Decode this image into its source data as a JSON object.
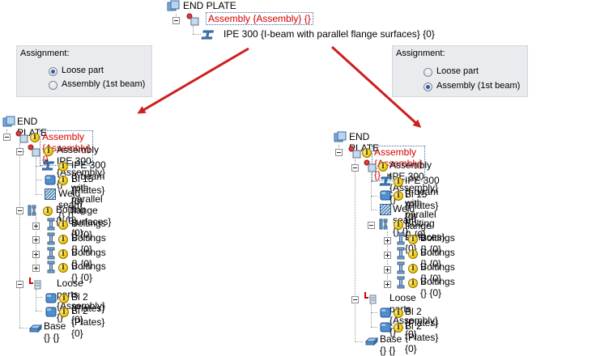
{
  "top": {
    "root": "END PLATE",
    "assembly": "Assembly {Assembly} {}",
    "beam": "IPE 300 {I-beam with parallel flange surfaces} {0}"
  },
  "assignment_left": {
    "title": "Assignment:",
    "options": [
      "Loose part",
      "Assembly (1st beam)"
    ],
    "selected": "Loose part"
  },
  "assignment_right": {
    "title": "Assignment:",
    "options": [
      "Loose part",
      "Assembly (1st beam)"
    ],
    "selected": "Assembly (1st beam)"
  },
  "left_tree": {
    "root": "END PLATE",
    "assembly": "Assembly {Assembly} {}",
    "sub_assembly": "Assembly IPE 300 {Assembly} {}",
    "beam": "IPE 300 {I-beam with parallel flange surfaces} {0}",
    "plate": "Bl 15 {Plates} {0}",
    "weld": "Weld seam {} {}",
    "bolting": "Bolting {} {0}",
    "boltings": [
      "Boltings {} {0}",
      "Boltings {} {0}",
      "Boltings {} {0}",
      "Boltings {} {0}"
    ],
    "loose": "Loose parts {Assembly} {}",
    "loose_items": [
      "Bl 2 {Plates} {0}",
      "Bl 2 {Plates} {0}"
    ],
    "base": "Base {} {}"
  },
  "right_tree": {
    "root": "END PLATE",
    "assembly": "Assembly {Assembly} {}",
    "sub_assembly": "Assembly IPE 300 {Assembly} {}",
    "beam": "IPE 300 {I-beam with parallel flange surfaces} {0}",
    "plate": "Bl 15 {Plates} {0}",
    "weld": "Weld seam {} {}",
    "bolting": "Bolting {} {0}",
    "boltings": [
      "Boltings {} {0}",
      "Boltings {} {0}",
      "Boltings {} {0}",
      "Boltings {} {0}"
    ],
    "loose": "Loose parts {Assembly} {}",
    "loose_items": [
      "Bl 2 {Plates} {0}",
      "Bl 2 {Plates} {0}"
    ],
    "base": "Base {} {}"
  },
  "colors": {
    "arrow": "#cc1f1f",
    "assembly_text": "#d40000",
    "panel": "#e9ebee"
  }
}
